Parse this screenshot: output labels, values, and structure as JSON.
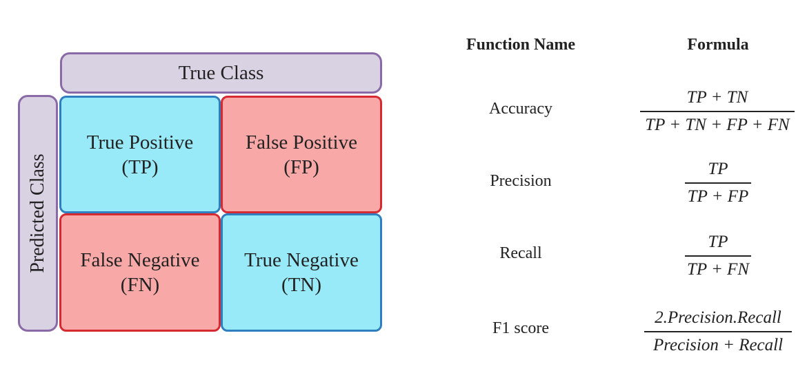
{
  "matrix": {
    "true_class_label": "True Class",
    "predicted_class_label": "Predicted Class",
    "cells": {
      "tp": {
        "line1": "True Positive",
        "line2": "(TP)"
      },
      "fp": {
        "line1": "False Positive",
        "line2": "(FP)"
      },
      "fn": {
        "line1": "False Negative",
        "line2": "(FN)"
      },
      "tn": {
        "line1": "True Negative",
        "line2": "(TN)"
      }
    }
  },
  "table": {
    "headers": {
      "name": "Function Name",
      "formula": "Formula"
    },
    "rows": [
      {
        "name": "Accuracy",
        "numerator": "TP + TN",
        "denominator": "TP + TN + FP + FN"
      },
      {
        "name": "Precision",
        "numerator": "TP",
        "denominator": "TP + FP"
      },
      {
        "name": "Recall",
        "numerator": "TP",
        "denominator": "TP + FN"
      },
      {
        "name": "F1 score",
        "numerator": "2.Precision.Recall",
        "denominator": "Precision + Recall"
      }
    ]
  },
  "colors": {
    "positive_fill": "#99eaf8",
    "positive_border": "#2f7fc0",
    "negative_fill": "#f9a8a8",
    "negative_border": "#d62a33",
    "label_fill": "#d9d2e3",
    "label_border": "#8a6aa6"
  }
}
